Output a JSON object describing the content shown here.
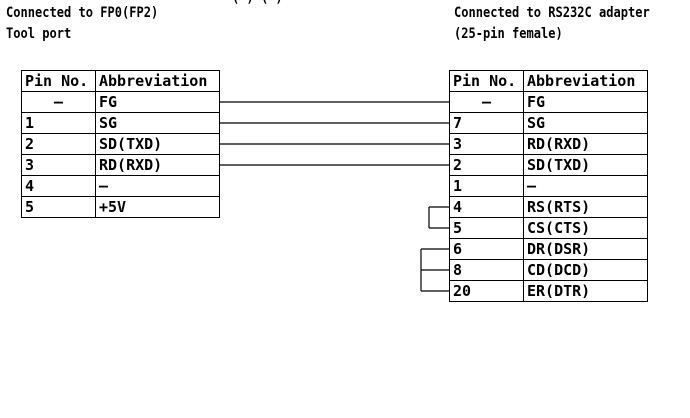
{
  "top_partial_text": "(  ) ( )",
  "left": {
    "header_line1": "Connected to FP0(FP2)",
    "header_line2": "Tool port",
    "col_headers": [
      "Pin No.",
      "Abbreviation"
    ],
    "rows": [
      {
        "pin": "—",
        "abbr": "FG"
      },
      {
        "pin": "1",
        "abbr": "SG"
      },
      {
        "pin": "2",
        "abbr": "SD(TXD)"
      },
      {
        "pin": "3",
        "abbr": "RD(RXD)"
      },
      {
        "pin": "4",
        "abbr": "—"
      },
      {
        "pin": "5",
        "abbr": "+5V"
      }
    ]
  },
  "right": {
    "header_line1": "Connected to RS232C adapter",
    "header_line2": "(25-pin female)",
    "col_headers": [
      "Pin No.",
      "Abbreviation"
    ],
    "rows": [
      {
        "pin": "—",
        "abbr": "FG"
      },
      {
        "pin": "7",
        "abbr": "SG"
      },
      {
        "pin": "3",
        "abbr": "RD(RXD)"
      },
      {
        "pin": "2",
        "abbr": "SD(TXD)"
      },
      {
        "pin": "1",
        "abbr": "—"
      },
      {
        "pin": "4",
        "abbr": "RS(RTS)"
      },
      {
        "pin": "5",
        "abbr": "CS(CTS)"
      },
      {
        "pin": "6",
        "abbr": "DR(DSR)"
      },
      {
        "pin": "8",
        "abbr": "CD(DCD)"
      },
      {
        "pin": "20",
        "abbr": "ER(DTR)"
      }
    ]
  },
  "connections": [
    {
      "from": "—",
      "to": "—"
    },
    {
      "from": "1",
      "to": "7"
    },
    {
      "from": "2",
      "to": "3"
    },
    {
      "from": "3",
      "to": "2"
    }
  ],
  "jumpers": [
    [
      "4",
      "5"
    ],
    [
      "6",
      "8",
      "20"
    ]
  ]
}
